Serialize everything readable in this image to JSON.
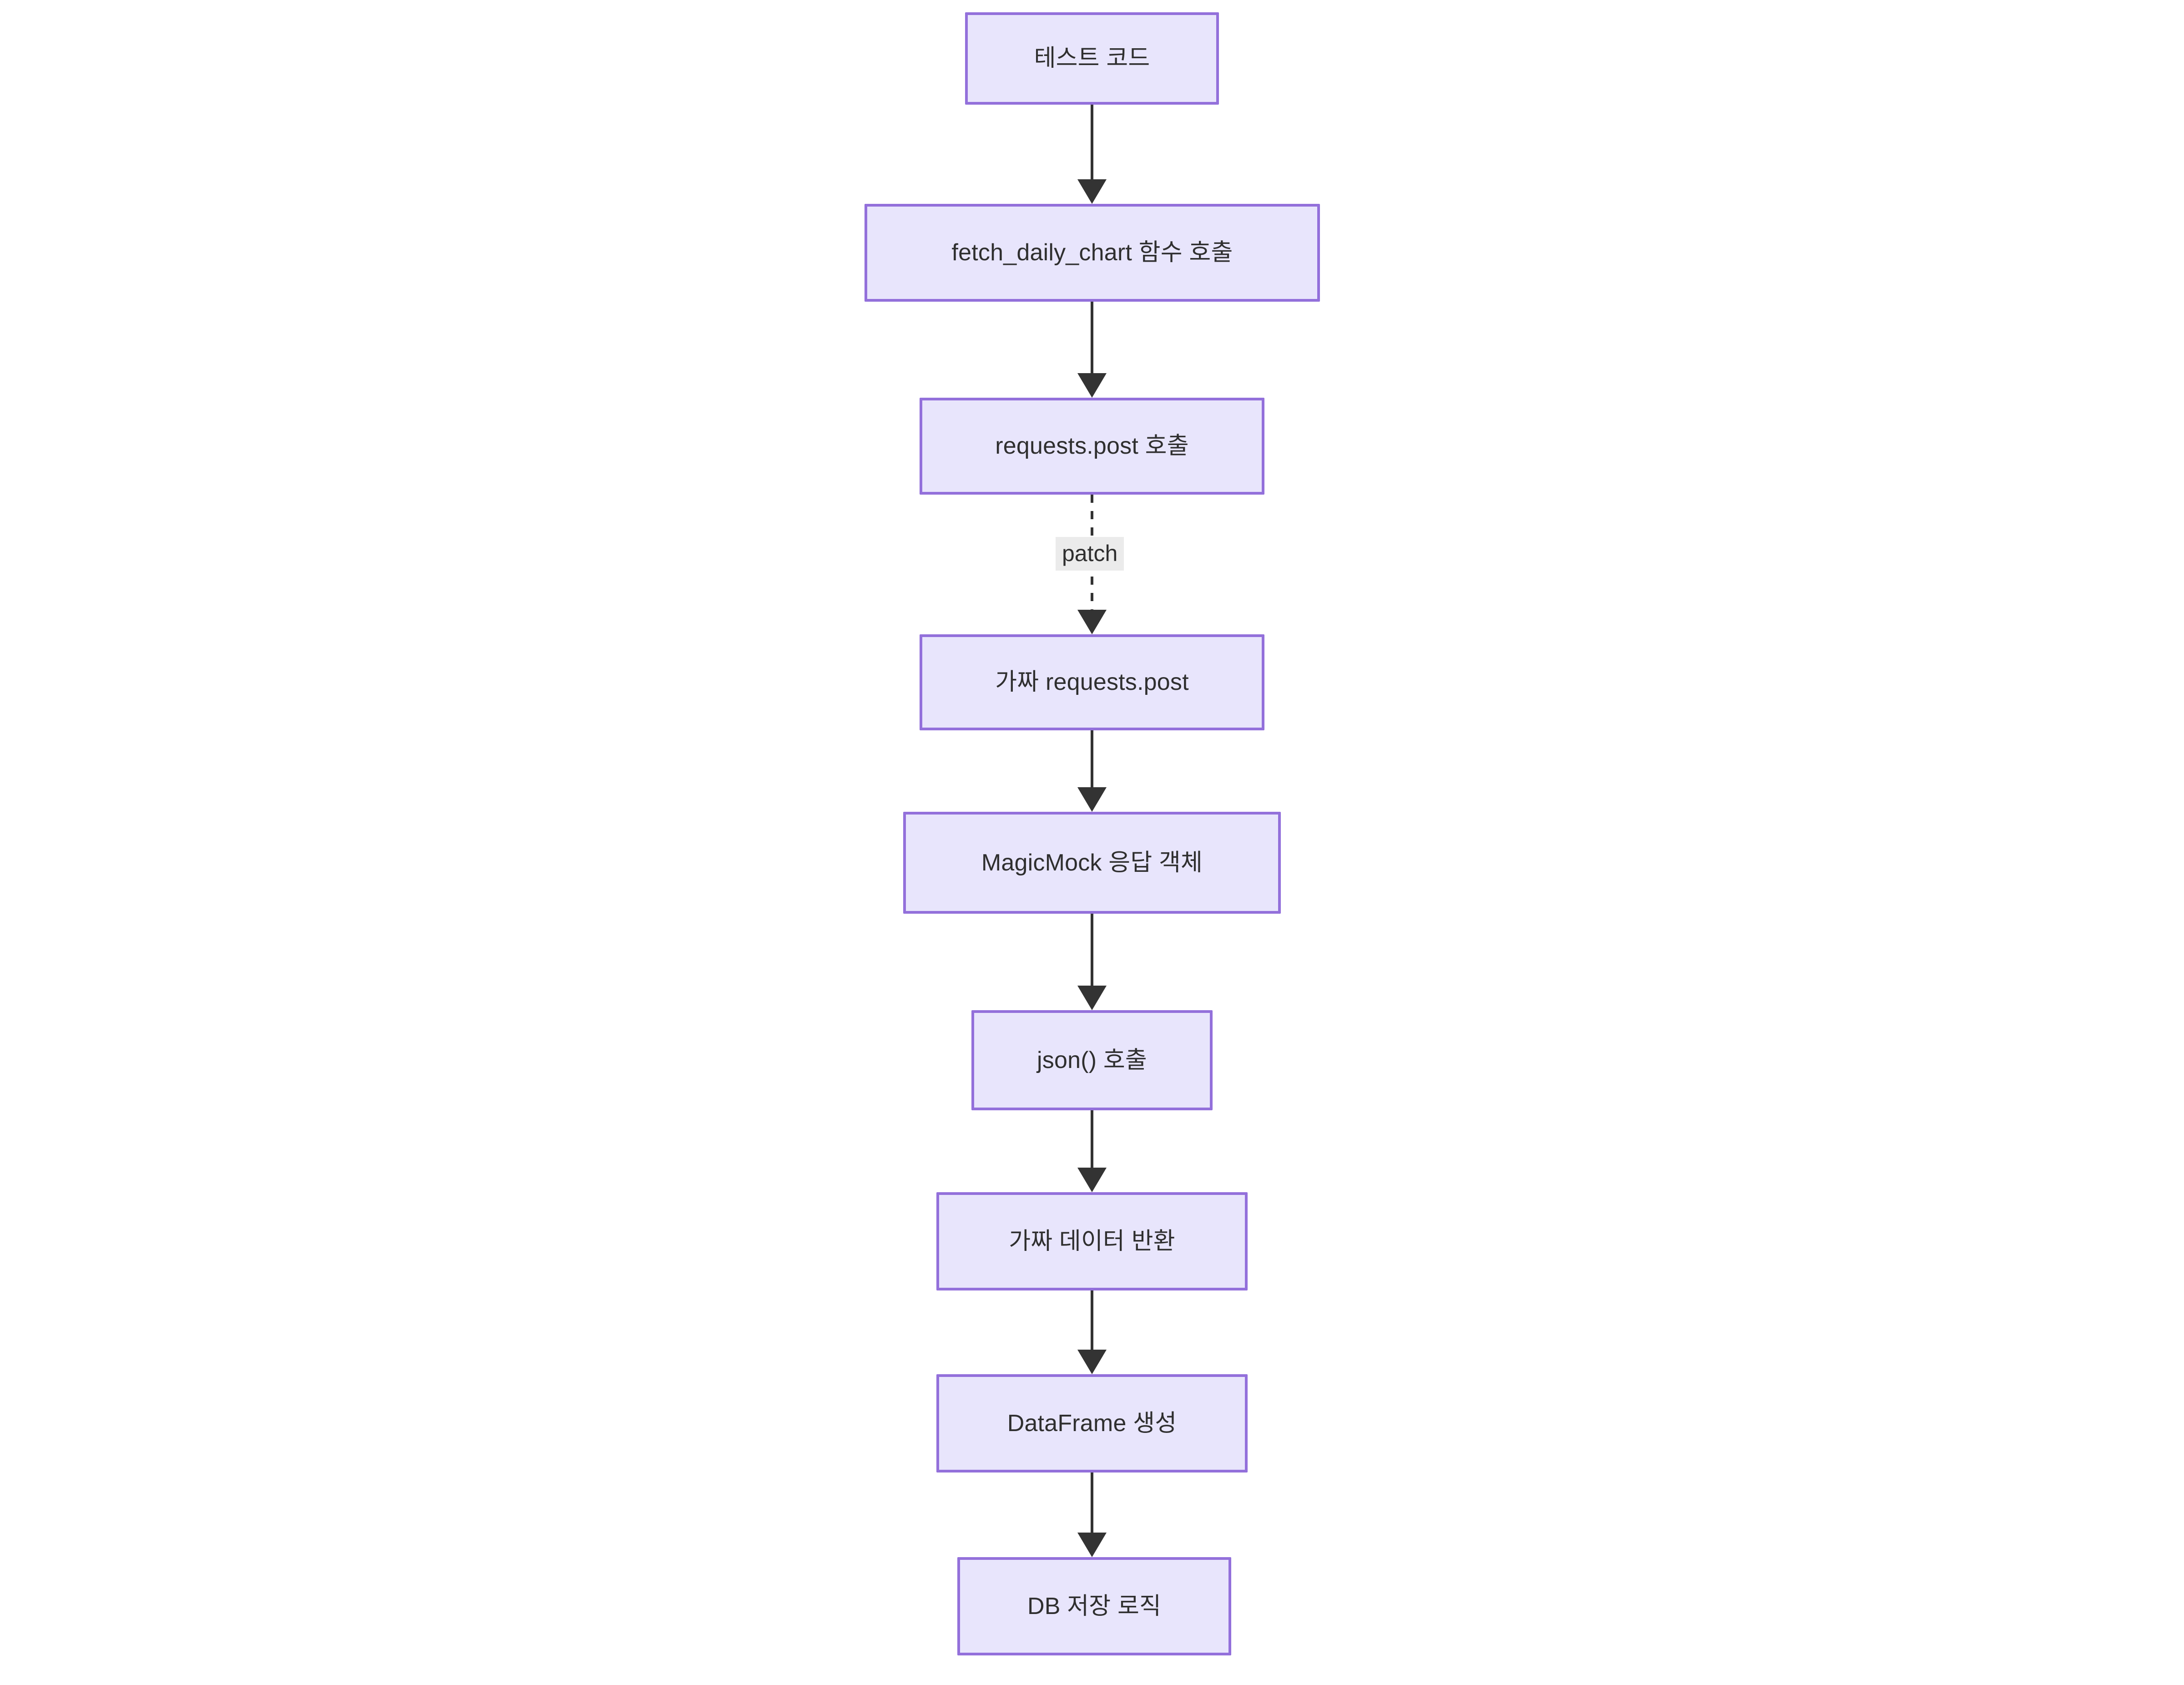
{
  "diagram": {
    "type": "flowchart",
    "direction": "top-down",
    "theme": {
      "node_fill": "#E8E5FC",
      "node_border": "#9370DB",
      "text_color": "#2f2f2f",
      "edge_color": "#333333",
      "edge_label_background": "#EBEBEB",
      "canvas_background": "#ffffff"
    },
    "nodes": [
      {
        "id": "n1",
        "label": "테스트 코드"
      },
      {
        "id": "n2",
        "label": "fetch_daily_chart 함수 호출"
      },
      {
        "id": "n3",
        "label": "requests.post 호출"
      },
      {
        "id": "n4",
        "label": "가짜 requests.post"
      },
      {
        "id": "n5",
        "label": "MagicMock 응답 객체"
      },
      {
        "id": "n6",
        "label": "json() 호출"
      },
      {
        "id": "n7",
        "label": "가짜 데이터 반환"
      },
      {
        "id": "n8",
        "label": "DataFrame 생성"
      },
      {
        "id": "n9",
        "label": "DB 저장 로직"
      }
    ],
    "edges": [
      {
        "from": "n1",
        "to": "n2",
        "style": "solid",
        "label": ""
      },
      {
        "from": "n2",
        "to": "n3",
        "style": "solid",
        "label": ""
      },
      {
        "from": "n3",
        "to": "n4",
        "style": "dashed",
        "label": "patch"
      },
      {
        "from": "n4",
        "to": "n5",
        "style": "solid",
        "label": ""
      },
      {
        "from": "n5",
        "to": "n6",
        "style": "solid",
        "label": ""
      },
      {
        "from": "n6",
        "to": "n7",
        "style": "solid",
        "label": ""
      },
      {
        "from": "n7",
        "to": "n8",
        "style": "solid",
        "label": ""
      },
      {
        "from": "n8",
        "to": "n9",
        "style": "solid",
        "label": ""
      }
    ]
  }
}
